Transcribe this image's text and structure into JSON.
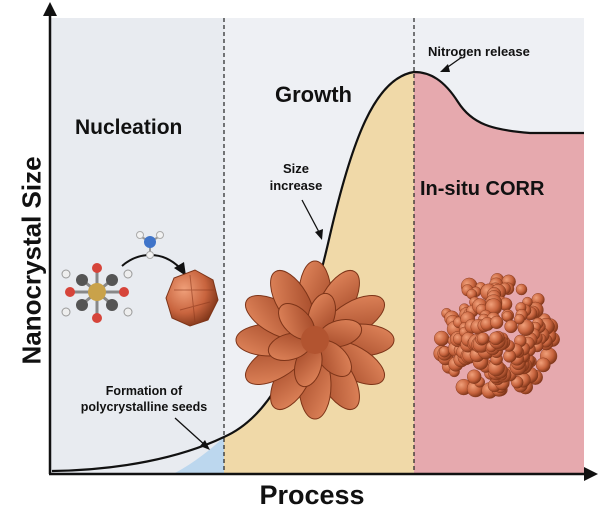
{
  "axes": {
    "y_label": "Nanocrystal  Size",
    "x_label": "Process"
  },
  "stages": [
    {
      "name": "nucleation",
      "label": "Nucleation",
      "color": "#e8ebf0"
    },
    {
      "name": "growth",
      "label": "Growth",
      "color": "#f0d9a8"
    },
    {
      "name": "corr",
      "label": "In-situ CORR",
      "color": "#e6a9ae"
    }
  ],
  "annotations": {
    "seeds_line1": "Formation of",
    "seeds_line2": "polycrystalline seeds",
    "size_line1": "Size",
    "size_line2": "increase",
    "nitrogen": "Nitrogen release"
  },
  "icons": {
    "precursor": "precursor-molecule-icon",
    "ammonia": "ammonia-molecule-icon",
    "seed": "polycrystalline-seed-icon",
    "flower": "nanoflower-icon",
    "cluster": "nanoparticle-cluster-icon"
  },
  "colors": {
    "curve": "#111111",
    "particle": "#c8643e",
    "particle_dark": "#8e3a1e",
    "seed_fill": "#bcd7ee"
  }
}
